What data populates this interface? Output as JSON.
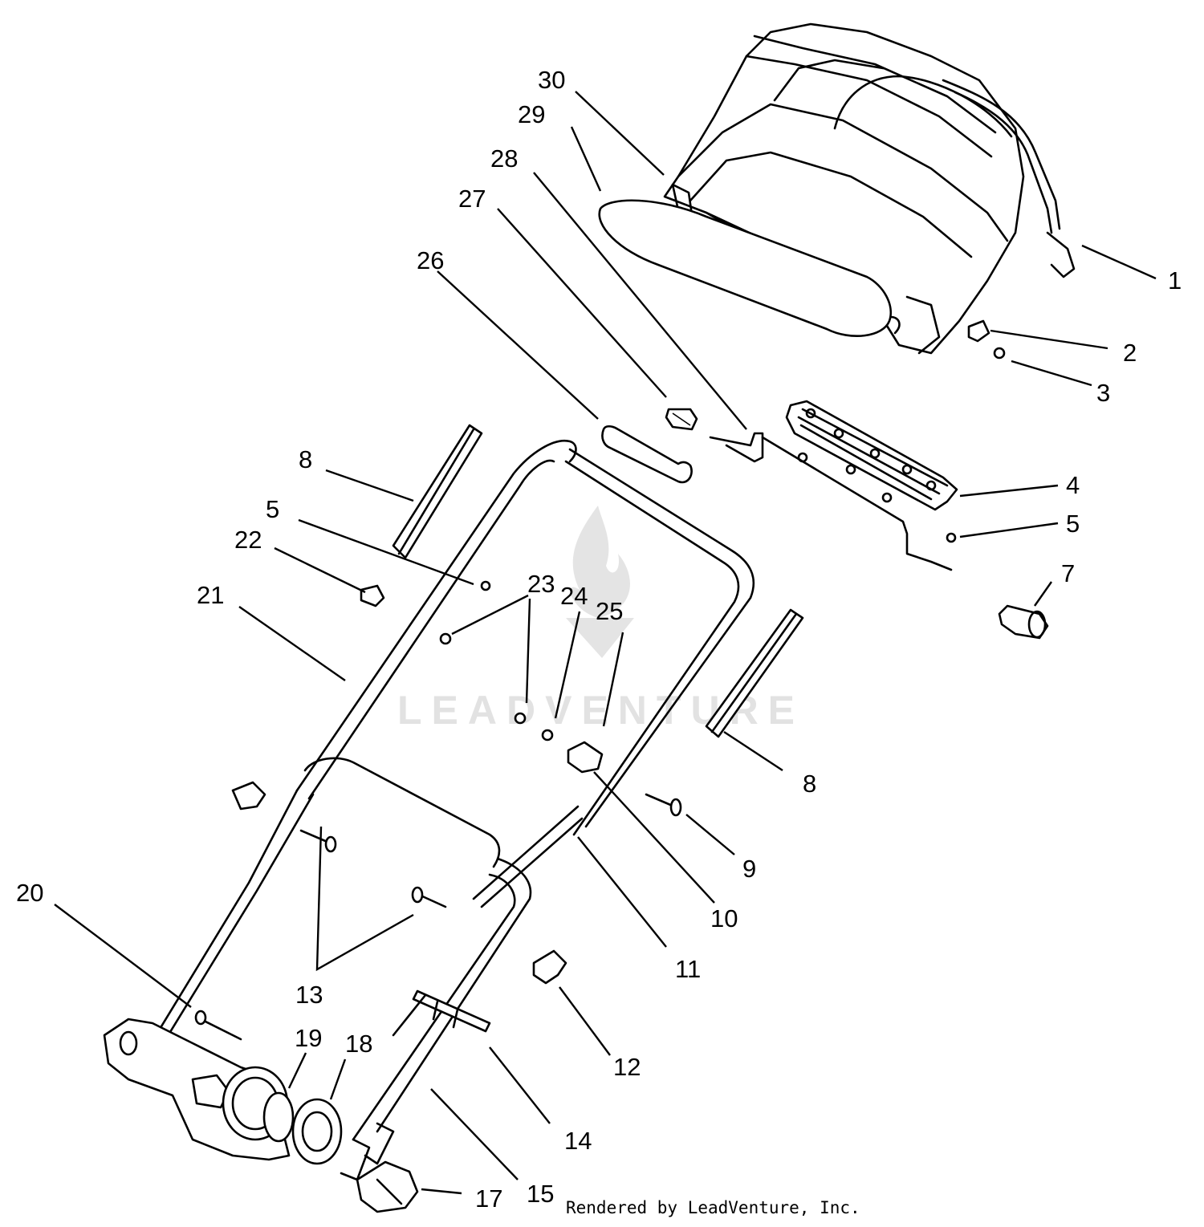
{
  "watermark": "LEADVENTURE",
  "credit": "Rendered by LeadVenture, Inc.",
  "callouts": {
    "c1": "1",
    "c2": "2",
    "c3": "3",
    "c4": "4",
    "c5a": "5",
    "c5b": "5",
    "c7": "7",
    "c8a": "8",
    "c8b": "8",
    "c9": "9",
    "c10": "10",
    "c11": "11",
    "c12": "12",
    "c13": "13",
    "c14": "14",
    "c15": "15",
    "c17": "17",
    "c18": "18",
    "c19": "19",
    "c20": "20",
    "c21": "21",
    "c22": "22",
    "c23": "23",
    "c24": "24",
    "c25": "25",
    "c26": "26",
    "c27": "27",
    "c28": "28",
    "c29": "29",
    "c30": "30"
  }
}
